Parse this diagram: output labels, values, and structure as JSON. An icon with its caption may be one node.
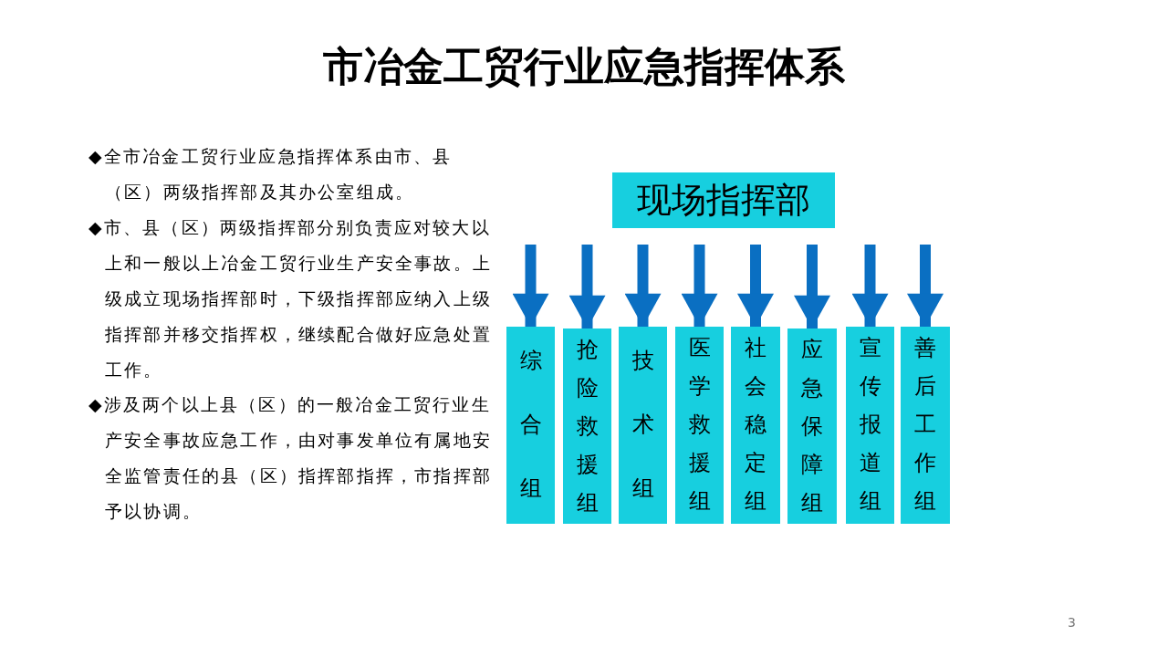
{
  "diagram": {
    "title": "市冶金工贸行业应急指挥体系",
    "nodes": [
      {
        "text": [
          "现场指挥部"
        ]
      },
      {
        "text": [
          "综合组"
        ]
      },
      {
        "text": [
          "抢险救援组"
        ]
      },
      {
        "text": [
          "技术组"
        ]
      },
      {
        "text": [
          "医学救援组"
        ]
      },
      {
        "text": [
          "社会稳定组"
        ]
      },
      {
        "text": [
          "应急保障组"
        ]
      },
      {
        "text": [
          "宣传报道组"
        ]
      },
      {
        "text": [
          "善后工作组"
        ]
      }
    ],
    "edges": [
      {
        "from": null,
        "to": 1,
        "arrow": "to"
      },
      {
        "from": null,
        "to": 2,
        "arrow": "to"
      },
      {
        "from": null,
        "to": 3,
        "arrow": "to"
      },
      {
        "from": null,
        "to": 4,
        "arrow": "to"
      },
      {
        "from": null,
        "to": 5,
        "arrow": "to"
      },
      {
        "from": null,
        "to": 6,
        "arrow": "to"
      },
      {
        "from": null,
        "to": 7,
        "arrow": "to"
      },
      {
        "from": null,
        "to": 8,
        "arrow": "to"
      }
    ],
    "labels": [
      "◆全市冶金工贸行业应急指挥体系由市、县（区）两级指挥部及其办公室组成。",
      "◆市、县（区）两级指挥部分别负责应对较大以上和一般以上冶金工贸行业生产安全事故。上级成立现场指挥部时，下级指挥部应纳入上级指挥部并移交指挥权，继续配合做好应急处置工作。",
      "◆涉及两个以上县（区）的一般冶金工贸行业生产安全事故应急工作，由对事发单位有属地安全监管责任的县（区）指挥部指挥，市指挥部予以协调。",
      "3"
    ]
  }
}
